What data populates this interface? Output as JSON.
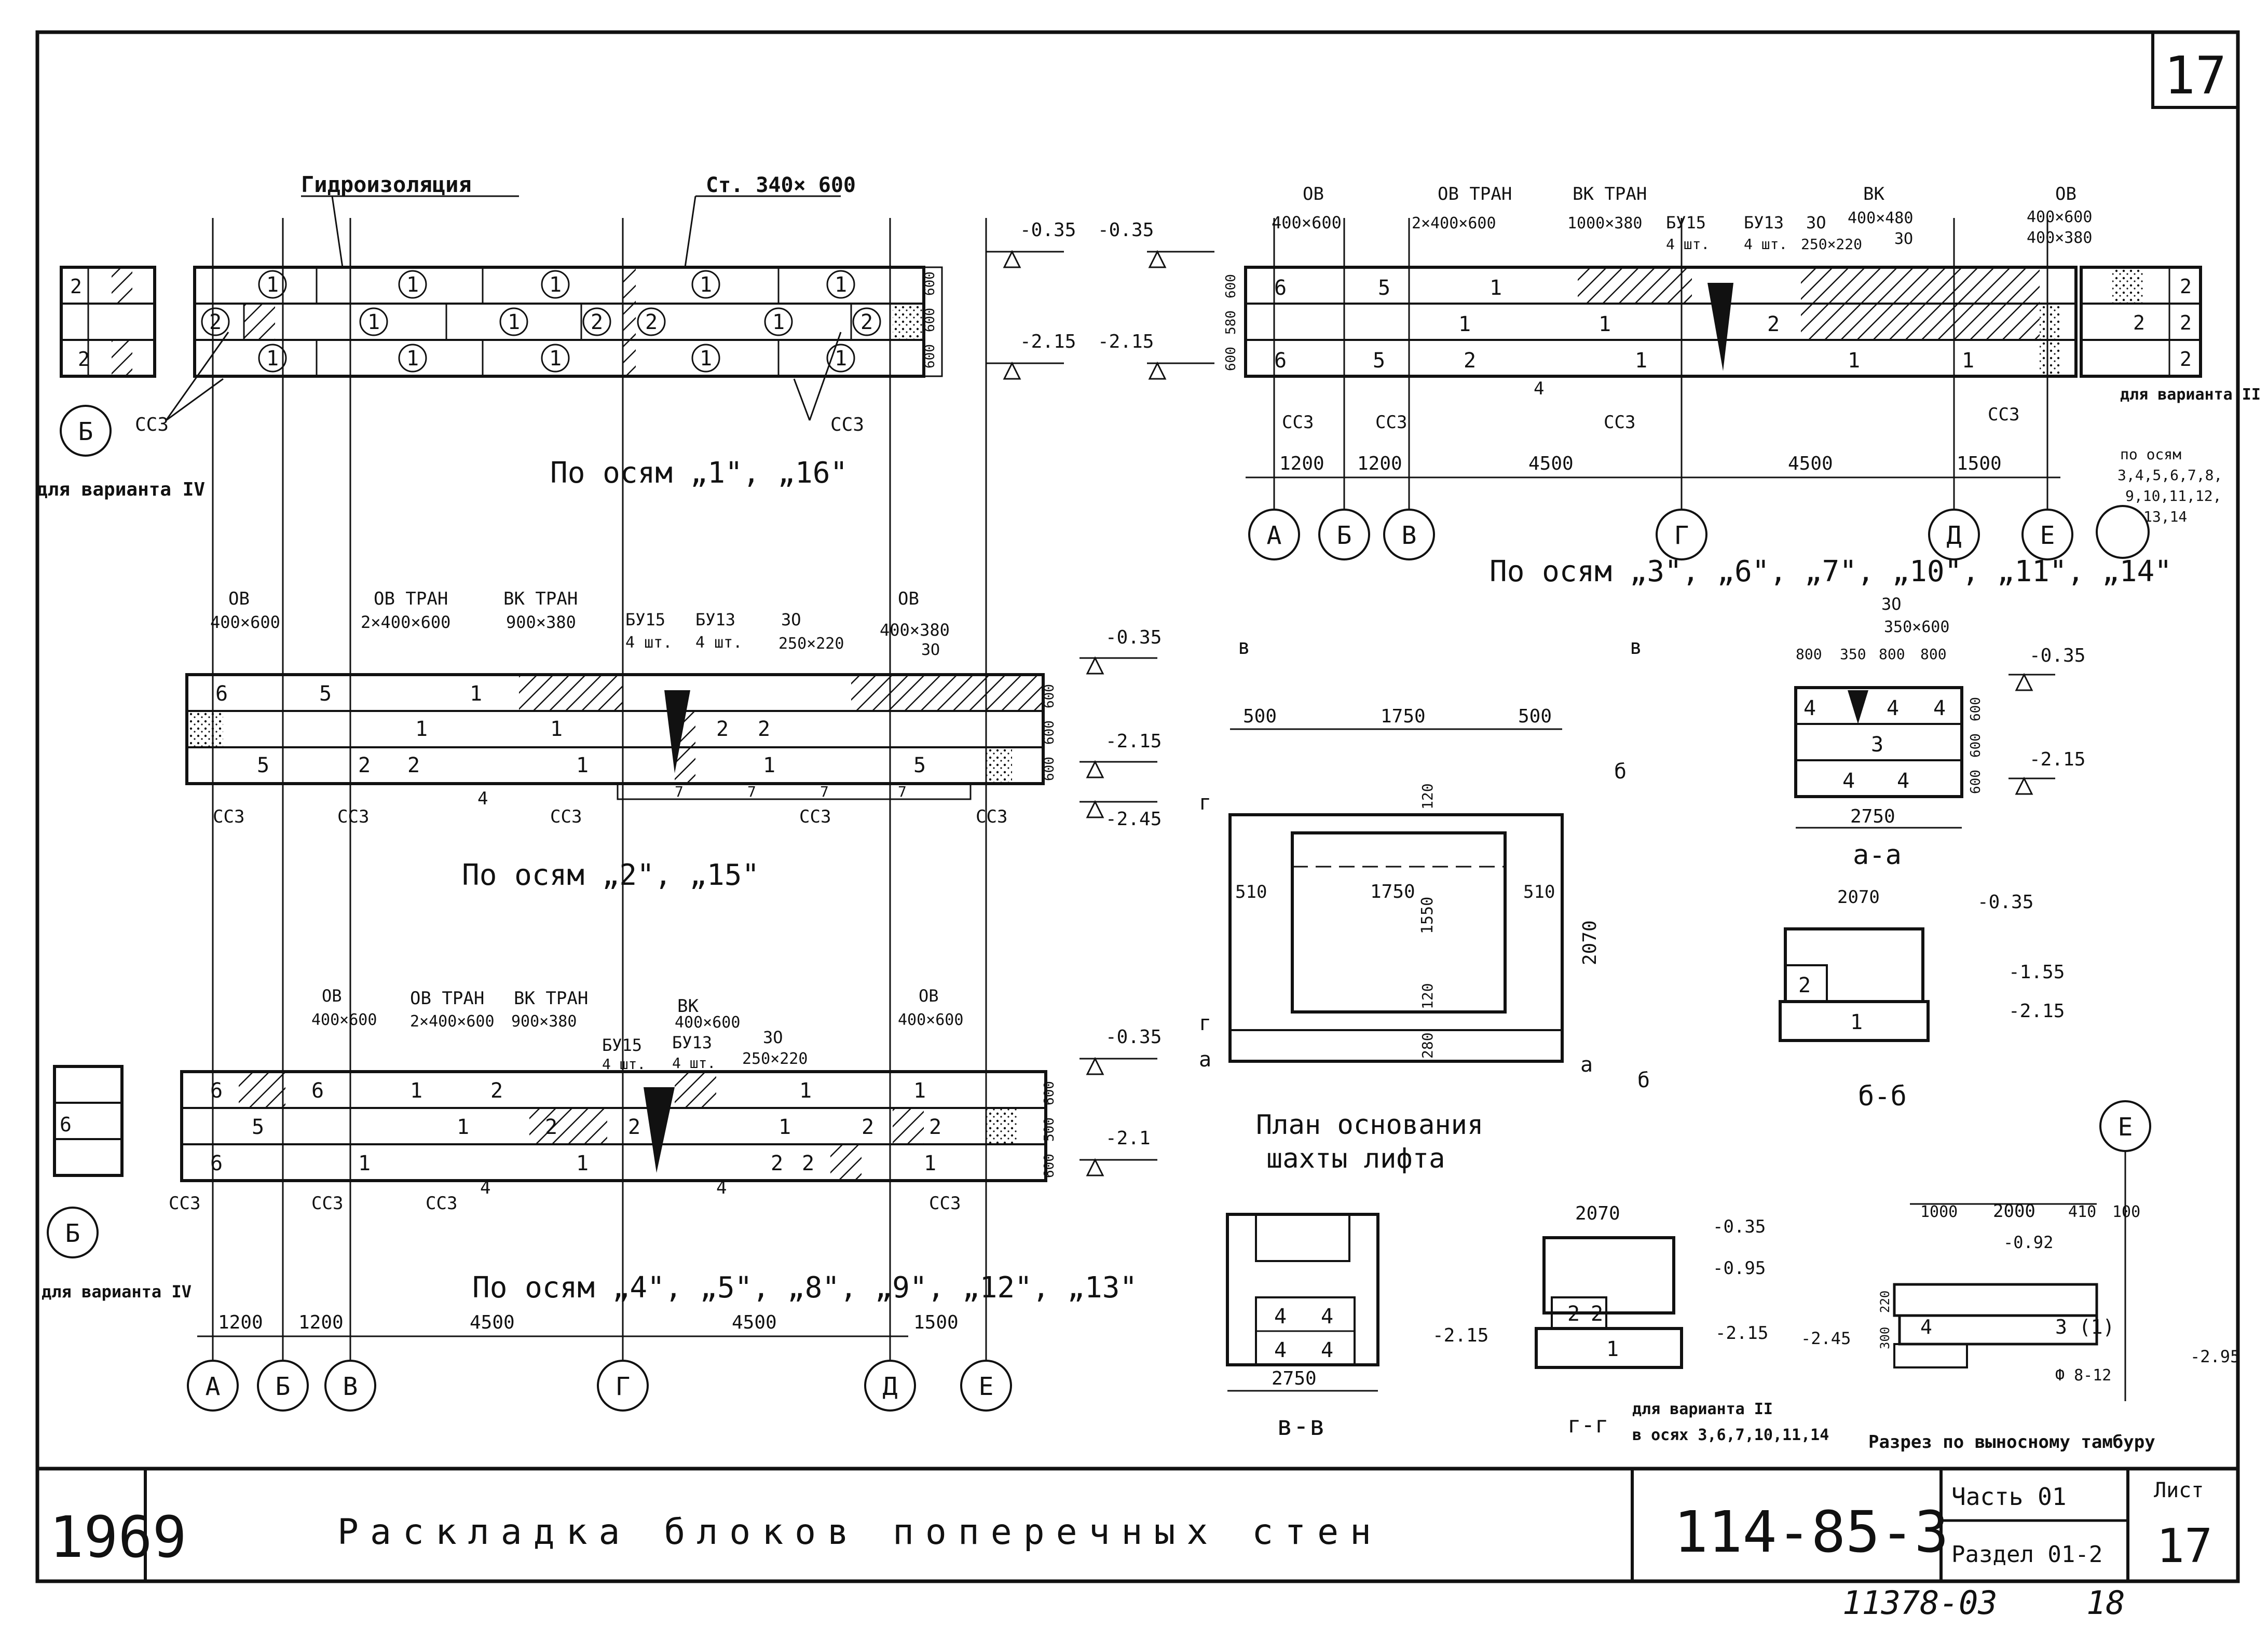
{
  "sheet_number": "17",
  "title_block": {
    "year": "1969",
    "title": "Раскладка блоков поперечных стен",
    "series": "114-85-3",
    "part": "Часть 01",
    "section": "Раздел 01-2",
    "sheet_label": "Лист",
    "sheet_number": "17"
  },
  "footer": {
    "inventory": "11378-03",
    "page": "18"
  },
  "labels": {
    "waterproofing": "Гидроизоляция",
    "st": "Ст. 340× 600",
    "ccs": "ССЗ",
    "for_variant_iv": "для варианта IV",
    "for_variant_ii": "для варианта II",
    "axes_1_16": "По осям „1\", „16\"",
    "axes_2_15": "По осям „2\", „15\"",
    "axes_3_14": "По осям „3\", „6\", „7\", „10\", „11\", „14\"",
    "axes_4_13": "По осям „4\", „5\", „8\", „9\", „12\", „13\"",
    "axes_variant_ii_list": [
      "по осям",
      "3,4,5,6,7,8,",
      "9,10,11,12,",
      "13,14"
    ],
    "shaft_plan": [
      "План основания",
      "шахты лифта"
    ],
    "section_aa": "а-а",
    "section_bb": "б-б",
    "section_vv": "в-в",
    "section_gg": "г-г",
    "gg_note": [
      "для варианта II",
      "в осях 3,6,7,10,11,14"
    ],
    "vestibule": "Разрез по выносному тамбуру"
  },
  "openings": {
    "ov": "ОВ",
    "ov_size": "400×600",
    "ov_size2": "400×380",
    "ov_tran": "ОВ ТРАН",
    "ov_tran_size": "2×400×600",
    "vk_tran": "ВК ТРАН",
    "vk_tran_size": "1000×380",
    "vk_tran_size2": "900×380",
    "vk_tran_size3": "900×380",
    "vk": "ВК",
    "vk_size": "400×480",
    "vk_size2": "400×600",
    "bu15": "БУ15",
    "bu13": "БУ13",
    "qty": "4 шт.",
    "zo": "ЗО",
    "zo_size": "250×220",
    "zo_size2": "350×600"
  },
  "axes_letters": [
    "А",
    "Б",
    "В",
    "Г",
    "Д",
    "Е"
  ],
  "dims": {
    "d1200": "1200",
    "d4500": "4500",
    "d1500": "1500",
    "d500": "500",
    "d1750": "1750",
    "d510": "510",
    "d1550": "1550",
    "d2070": "2070",
    "d120": "120",
    "d280": "280",
    "d2750": "2750",
    "d800": "800",
    "d350": "350",
    "d2000": "2000",
    "d410": "410",
    "d100": "100",
    "d1000": "1000",
    "d600": "600",
    "d580": "580",
    "d500v": "500",
    "d300": "300",
    "d220": "220",
    "rebar": "Ф 8-12"
  },
  "marks": {
    "m035": "-0.35",
    "m215": "-2.15",
    "m245": "-2.45",
    "m21": "-2.1",
    "m155": "-1.55",
    "m095": "-0.95",
    "m092": "-0.92",
    "m295": "-2.95"
  },
  "block_numbers": {
    "n1": "1",
    "n2": "2",
    "n3": "3",
    "n3b": "3 (1)",
    "n4": "4",
    "n5": "5",
    "n6": "6",
    "n7": "7"
  },
  "section_letters": {
    "v": "в",
    "b": "б",
    "g": "г",
    "a": "а"
  }
}
